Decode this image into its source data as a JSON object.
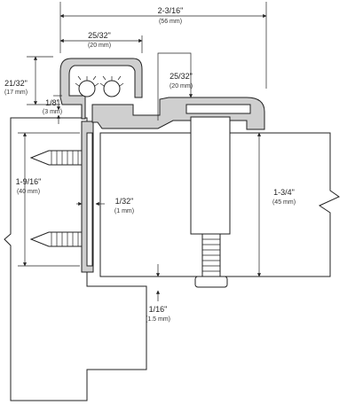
{
  "dimensions": {
    "overall_width": {
      "main": "2-3/16\"",
      "sub": "(56 mm)"
    },
    "hinge_width": {
      "main": "25/32\"",
      "sub": "(20 mm)"
    },
    "leaf_height": {
      "main": "21/32\"",
      "sub": "(17 mm)"
    },
    "gap_small": {
      "main": "1/8\"",
      "sub": "(3 mm)"
    },
    "door_offset": {
      "main": "25/32\"",
      "sub": "(20 mm)"
    },
    "screw_span": {
      "main": "1-9/16\"",
      "sub": "(40 mm)"
    },
    "clearance": {
      "main": "1/32\"",
      "sub": "(1 mm)"
    },
    "door_thickness": {
      "main": "1-3/4\"",
      "sub": "(45 mm)"
    },
    "bottom_gap": {
      "main": "1/16\"",
      "sub": "(1.5 mm)"
    }
  }
}
